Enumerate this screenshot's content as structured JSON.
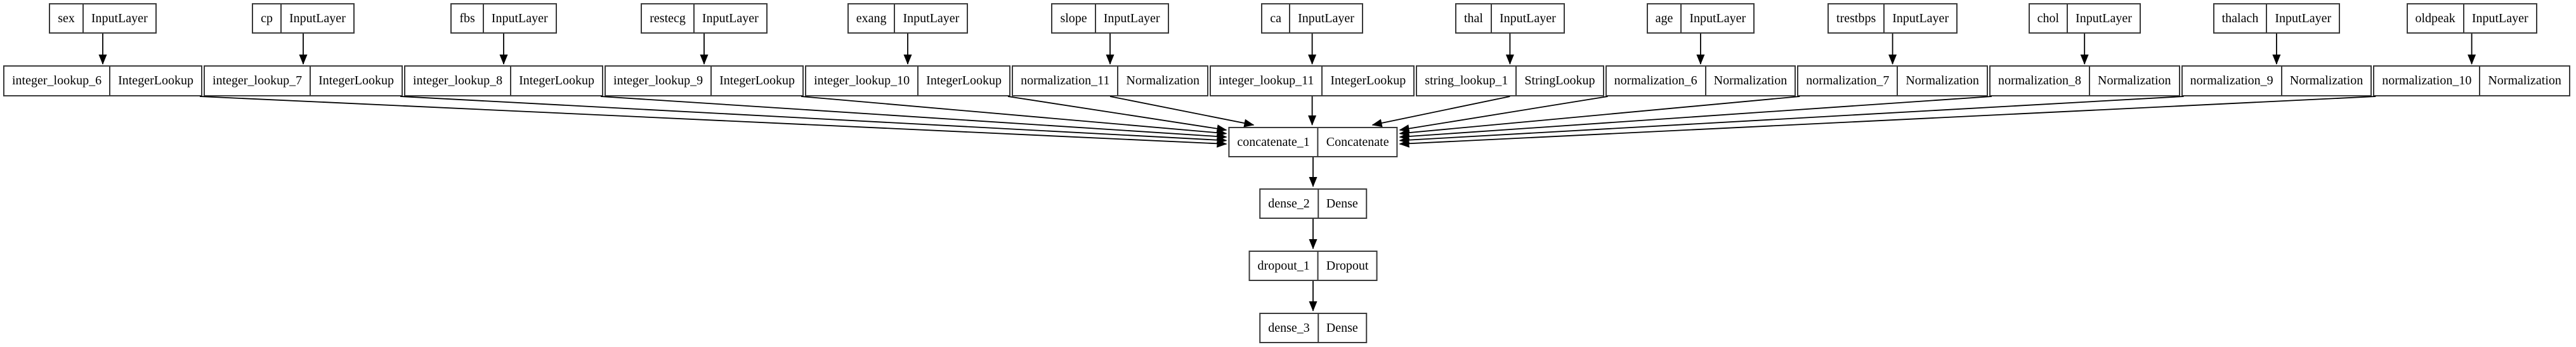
{
  "diagram": {
    "kind": "keras-model-architecture-graph",
    "columns": [
      {
        "input_name": "sex",
        "input_class": "InputLayer",
        "layer_name": "integer_lookup_6",
        "layer_class": "IntegerLookup"
      },
      {
        "input_name": "cp",
        "input_class": "InputLayer",
        "layer_name": "integer_lookup_7",
        "layer_class": "IntegerLookup"
      },
      {
        "input_name": "fbs",
        "input_class": "InputLayer",
        "layer_name": "integer_lookup_8",
        "layer_class": "IntegerLookup"
      },
      {
        "input_name": "restecg",
        "input_class": "InputLayer",
        "layer_name": "integer_lookup_9",
        "layer_class": "IntegerLookup"
      },
      {
        "input_name": "exang",
        "input_class": "InputLayer",
        "layer_name": "integer_lookup_10",
        "layer_class": "IntegerLookup"
      },
      {
        "input_name": "slope",
        "input_class": "InputLayer",
        "layer_name": "normalization_11",
        "layer_class": "Normalization"
      },
      {
        "input_name": "ca",
        "input_class": "InputLayer",
        "layer_name": "integer_lookup_11",
        "layer_class": "IntegerLookup"
      },
      {
        "input_name": "thal",
        "input_class": "InputLayer",
        "layer_name": "string_lookup_1",
        "layer_class": "StringLookup"
      },
      {
        "input_name": "age",
        "input_class": "InputLayer",
        "layer_name": "normalization_6",
        "layer_class": "Normalization"
      },
      {
        "input_name": "trestbps",
        "input_class": "InputLayer",
        "layer_name": "normalization_7",
        "layer_class": "Normalization"
      },
      {
        "input_name": "chol",
        "input_class": "InputLayer",
        "layer_name": "normalization_8",
        "layer_class": "Normalization"
      },
      {
        "input_name": "thalach",
        "input_class": "InputLayer",
        "layer_name": "normalization_9",
        "layer_class": "Normalization"
      },
      {
        "input_name": "oldpeak",
        "input_class": "InputLayer",
        "layer_name": "normalization_10",
        "layer_class": "Normalization"
      }
    ],
    "stack": [
      {
        "name": "concatenate_1",
        "class": "Concatenate"
      },
      {
        "name": "dense_2",
        "class": "Dense"
      },
      {
        "name": "dropout_1",
        "class": "Dropout"
      },
      {
        "name": "dense_3",
        "class": "Dense"
      }
    ],
    "edges": [
      [
        "sex",
        "integer_lookup_6"
      ],
      [
        "cp",
        "integer_lookup_7"
      ],
      [
        "fbs",
        "integer_lookup_8"
      ],
      [
        "restecg",
        "integer_lookup_9"
      ],
      [
        "exang",
        "integer_lookup_10"
      ],
      [
        "slope",
        "normalization_11"
      ],
      [
        "ca",
        "integer_lookup_11"
      ],
      [
        "thal",
        "string_lookup_1"
      ],
      [
        "age",
        "normalization_6"
      ],
      [
        "trestbps",
        "normalization_7"
      ],
      [
        "chol",
        "normalization_8"
      ],
      [
        "thalach",
        "normalization_9"
      ],
      [
        "oldpeak",
        "normalization_10"
      ],
      [
        "integer_lookup_6",
        "concatenate_1"
      ],
      [
        "integer_lookup_7",
        "concatenate_1"
      ],
      [
        "integer_lookup_8",
        "concatenate_1"
      ],
      [
        "integer_lookup_9",
        "concatenate_1"
      ],
      [
        "integer_lookup_10",
        "concatenate_1"
      ],
      [
        "normalization_11",
        "concatenate_1"
      ],
      [
        "integer_lookup_11",
        "concatenate_1"
      ],
      [
        "string_lookup_1",
        "concatenate_1"
      ],
      [
        "normalization_6",
        "concatenate_1"
      ],
      [
        "normalization_7",
        "concatenate_1"
      ],
      [
        "normalization_8",
        "concatenate_1"
      ],
      [
        "normalization_9",
        "concatenate_1"
      ],
      [
        "normalization_10",
        "concatenate_1"
      ],
      [
        "concatenate_1",
        "dense_2"
      ],
      [
        "dense_2",
        "dropout_1"
      ],
      [
        "dropout_1",
        "dense_3"
      ]
    ],
    "colors": {
      "background": "#ffffff",
      "node_fill": "#ffffff",
      "node_border": "#3a3a3a",
      "edge": "#000000",
      "text": "#000000"
    }
  }
}
